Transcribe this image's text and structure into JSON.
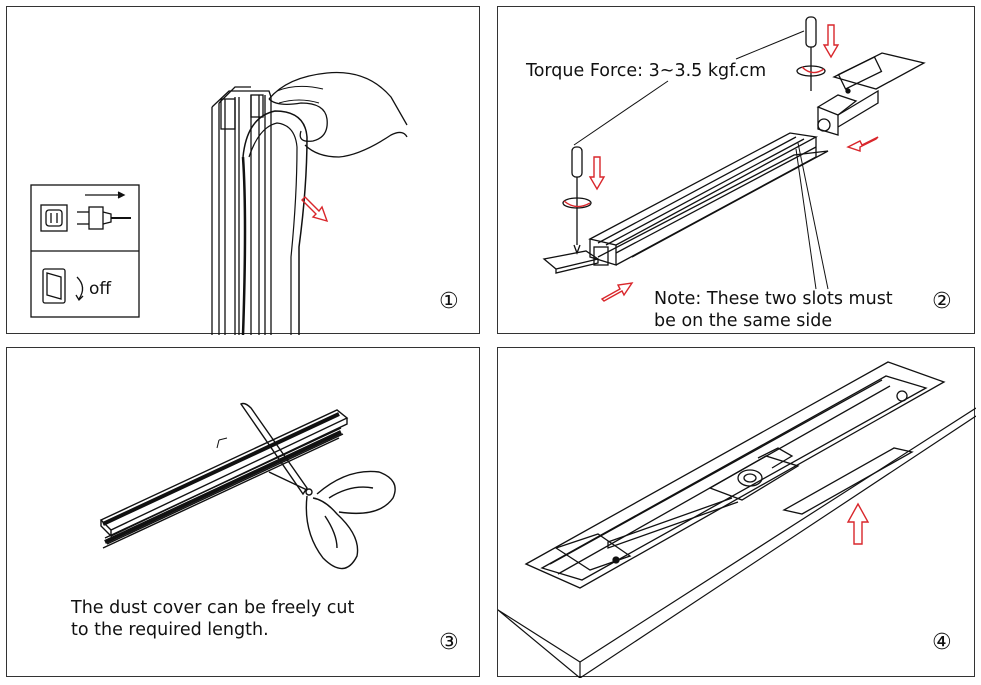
{
  "panels": [
    {
      "number": "①",
      "switch_label": "off"
    },
    {
      "number": "②",
      "torque_label": "Torque Force: 3~3.5 kgf.cm",
      "note_line1": "Note: These two slots must",
      "note_line2": "be on the same side"
    },
    {
      "number": "③",
      "caption_line1": "The dust cover can be freely cut",
      "caption_line2": "to the required length."
    },
    {
      "number": "④"
    }
  ],
  "colors": {
    "line": "#111111",
    "arrow_red": "#d9262b",
    "border": "#333333"
  }
}
